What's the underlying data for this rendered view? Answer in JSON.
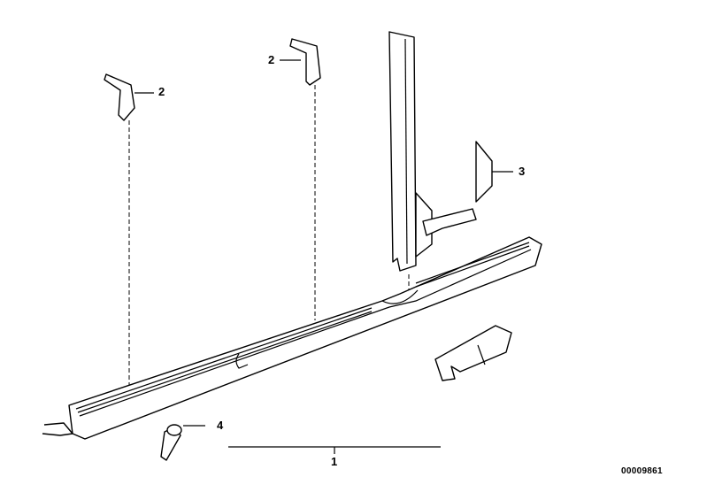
{
  "diagram": {
    "callouts": [
      {
        "id": "callout-2a",
        "label": "2"
      },
      {
        "id": "callout-2b",
        "label": "2"
      },
      {
        "id": "callout-3",
        "label": "3"
      },
      {
        "id": "callout-4",
        "label": "4"
      },
      {
        "id": "callout-1",
        "label": "1"
      }
    ],
    "image_id": "00009861"
  }
}
